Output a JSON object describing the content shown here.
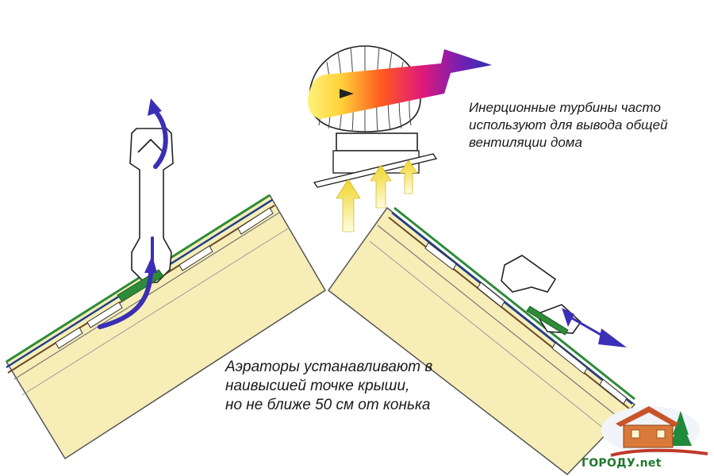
{
  "captions": {
    "turbine": [
      "Инерционные турбины часто",
      "используют для вывода общей",
      "вентиляции дома"
    ],
    "aerator": [
      "Аэраторы устанавливают в",
      "наивысшей точке крыши,",
      "но не ближе 50 см от конька"
    ]
  },
  "logo": {
    "text": "ГОРОДУ.net"
  },
  "colors": {
    "roof_fill": "#f7eeb7",
    "roof_stroke": "#555555",
    "membrane_green": "#2e8b3a",
    "membrane_blue": "#1f3f8f",
    "arrow_blue": "#3a2fb5",
    "airflow_yellow": "#f2e04a"
  }
}
